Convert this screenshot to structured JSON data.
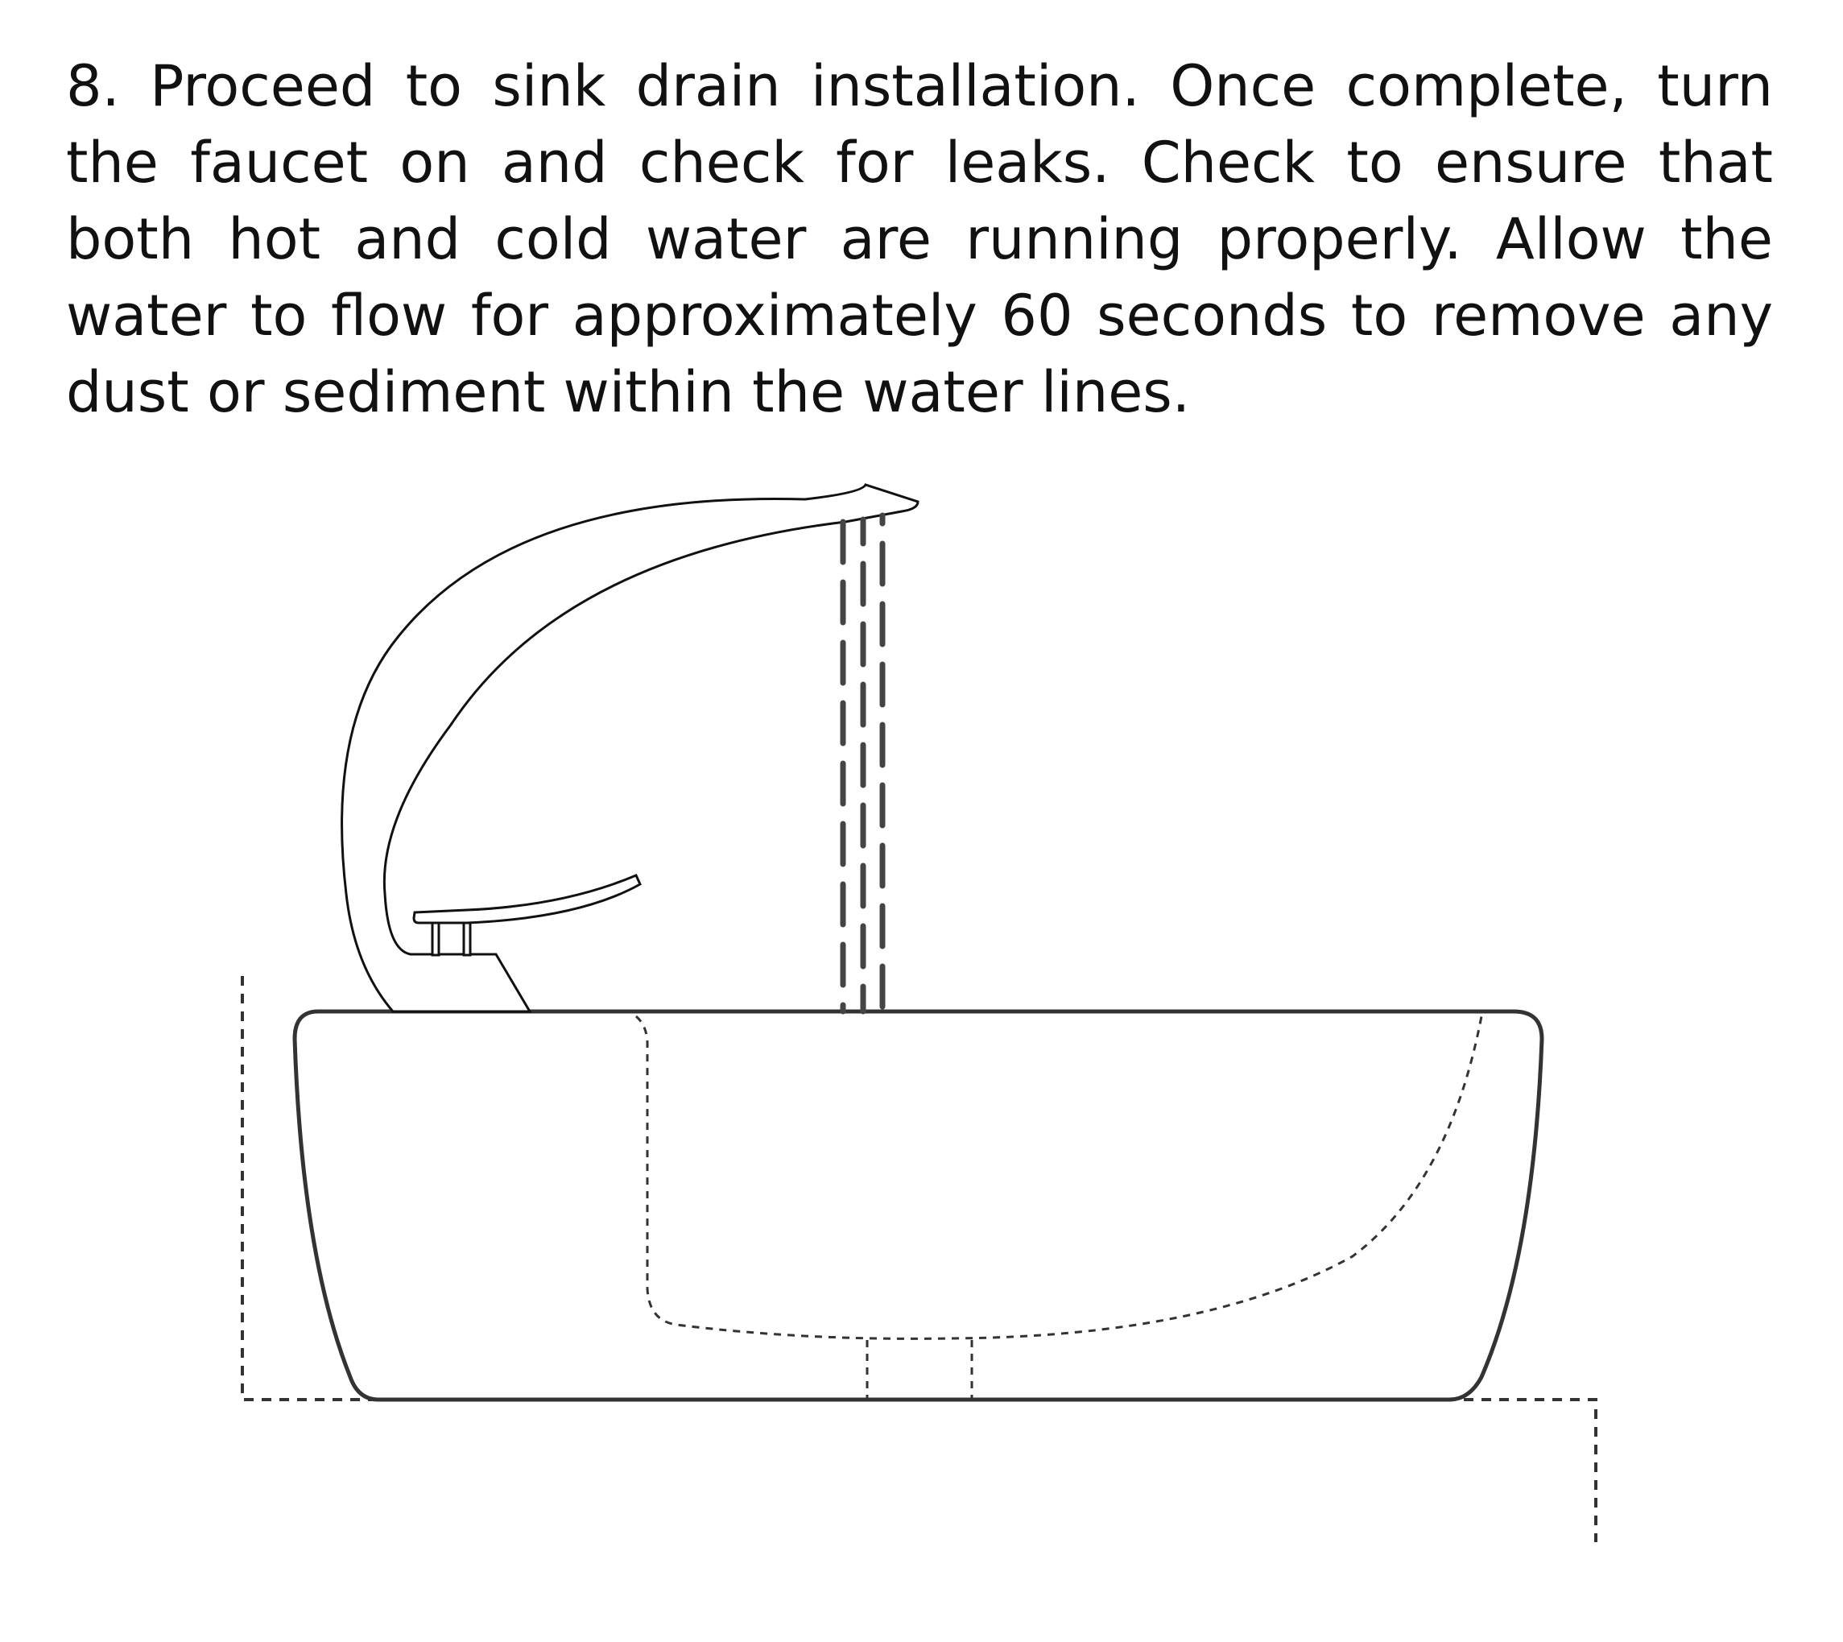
{
  "step": {
    "number": "8.",
    "lines": [
      "8. Proceed to sink drain installation. Once complete, turn",
      "the faucet on and check for leaks. Check to ensure that",
      "both hot and cold water are running properly. Allow the",
      "water to flow for approximately 60 seconds to remove any",
      "dust or sediment within the water lines."
    ]
  },
  "illustration": {
    "subject": "vessel-sink-with-faucet-running-water",
    "line_color": "#333333",
    "water_color": "#444444"
  }
}
